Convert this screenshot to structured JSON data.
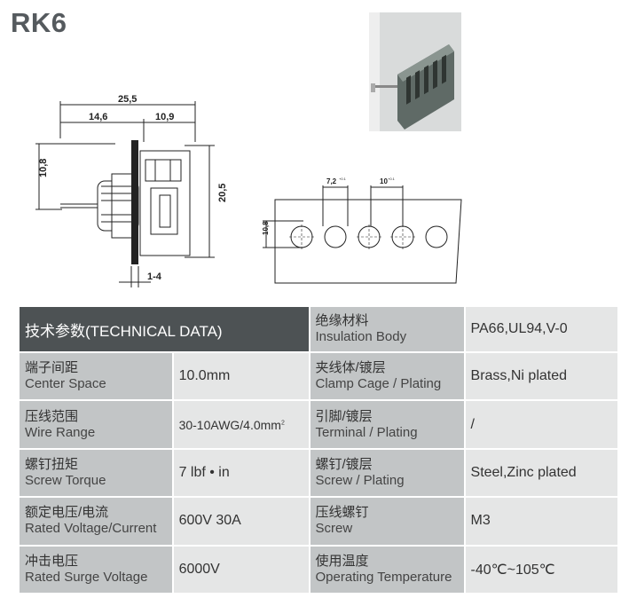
{
  "title": "RK6",
  "side_drawing": {
    "dim_total": "25,5",
    "dim_left": "14,6",
    "dim_right": "10,9",
    "dim_height_left": "10,8",
    "dim_height_right": "20,5",
    "dim_panel": "1-4"
  },
  "panel_drawing": {
    "dim_pitch": "7,2",
    "dim_pitch_tol": "+0.1",
    "dim_spacing": "10",
    "dim_spacing_tol": "+0.1",
    "dim_hole": "10,8"
  },
  "table": {
    "header": "技术参数(TECHNICAL DATA)",
    "left": [
      {
        "zh": "端子间距",
        "en": "Center Space",
        "value": "10.0mm"
      },
      {
        "zh": "压线范围",
        "en": "Wire Range",
        "value": "30-10AWG/4.0mm",
        "sup": "2"
      },
      {
        "zh": "螺钉扭矩",
        "en": "Screw Torque",
        "value": "7 lbf • in"
      },
      {
        "zh": "额定电压/电流",
        "en": "Rated Voltage/Current",
        "value": "600V 30A"
      },
      {
        "zh": "冲击电压",
        "en": "Rated Surge Voltage",
        "value": "6000V"
      }
    ],
    "right": [
      {
        "zh": "绝缘材料",
        "en": "Insulation Body",
        "value": "PA66,UL94,V-0"
      },
      {
        "zh": "夹线体/镀层",
        "en": "Clamp Cage / Plating",
        "value": "Brass,Ni plated"
      },
      {
        "zh": "引脚/镀层",
        "en": "Terminal / Plating",
        "value": "/"
      },
      {
        "zh": "螺钉/镀层",
        "en": "Screw / Plating",
        "value": "Steel,Zinc plated"
      },
      {
        "zh": "压线螺钉",
        "en": "Screw",
        "value": "M3"
      },
      {
        "zh": "使用温度",
        "en": "Operating Temperature",
        "value": "-40℃~105℃"
      }
    ]
  }
}
